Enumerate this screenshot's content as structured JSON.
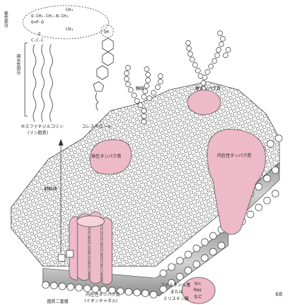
{
  "header": {
    "group_label": "極性部分",
    "chem_line1": "CH₃",
    "chem_line2": "O-CH₂-CH₂-N-CH₃",
    "chem_line3": "O=P-O",
    "chem_line4": "CH₃",
    "chem_line5": "O",
    "chem_line6": "C-C-C",
    "oh_label": "OH"
  },
  "labels": {
    "hydrophobic": "疎水性部分",
    "phosphatidylcholine": "ホスファチジルコリン",
    "phosphatidylcholine_sub": "(リン脂質)",
    "cholesterol": "コレステロール",
    "sugar_chain": "糖鎖",
    "glycoprotein": "糖タンパク質",
    "peripheral_protein": "表在タンパク質",
    "integral_protein": "内在性タンパク質",
    "flip_flop": "翻転換",
    "lipid_bilayer": "脂質二重層",
    "channel_protein": "内在性タンパク質",
    "channel_protein_sub": "(イオンチャネル)",
    "anchor_line1": "ファルネシル基",
    "anchor_line2": "または",
    "anchor_line3": "ミリスチン酸",
    "anchor_protein_1": "Src",
    "anchor_protein_2": "Ras",
    "anchor_protein_3": "など",
    "page_number": "68"
  },
  "colors": {
    "protein_fill": "#eeb9c8",
    "protein_stroke": "#555555",
    "membrane_line": "#333333",
    "tail_band": "#bcbcbc"
  }
}
